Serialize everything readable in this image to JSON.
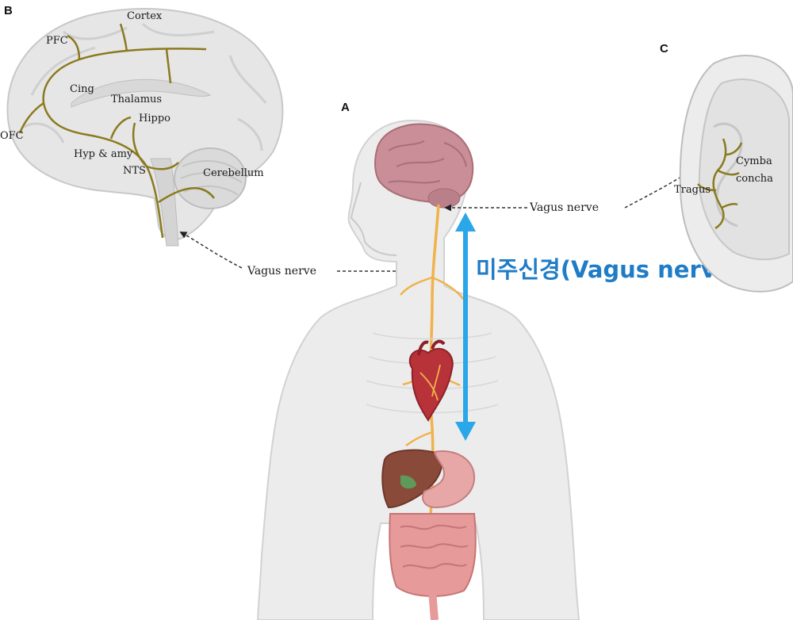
{
  "panels": {
    "a": "A",
    "b": "B",
    "c": "C"
  },
  "brain_labels": {
    "cortex": "Cortex",
    "pfc": "PFC",
    "cing": "Cing",
    "thalamus": "Thalamus",
    "hippo": "Hippo",
    "ofc": "OFC",
    "hyp_amy": "Hyp & amy",
    "nts": "NTS",
    "cerebellum": "Cerebellum"
  },
  "ear_labels": {
    "cymba": "Cymba",
    "concha": "concha",
    "tragus": "Tragus"
  },
  "vagus_label_left": "Vagus nerve",
  "vagus_label_right": "Vagus nerve",
  "highlight_label": "미주신경(Vagus nerve)",
  "colors": {
    "nerve": "#8a7a1e",
    "body_nerve": "#f0b24a",
    "accent_arrow": "#2aa7e8",
    "highlight_text": "#1f7cc6",
    "body_fill": "#ececec",
    "brain": "#c98e97",
    "heart": "#b8323a",
    "liver": "#8a4a3a",
    "intestine": "#e79a9a"
  }
}
